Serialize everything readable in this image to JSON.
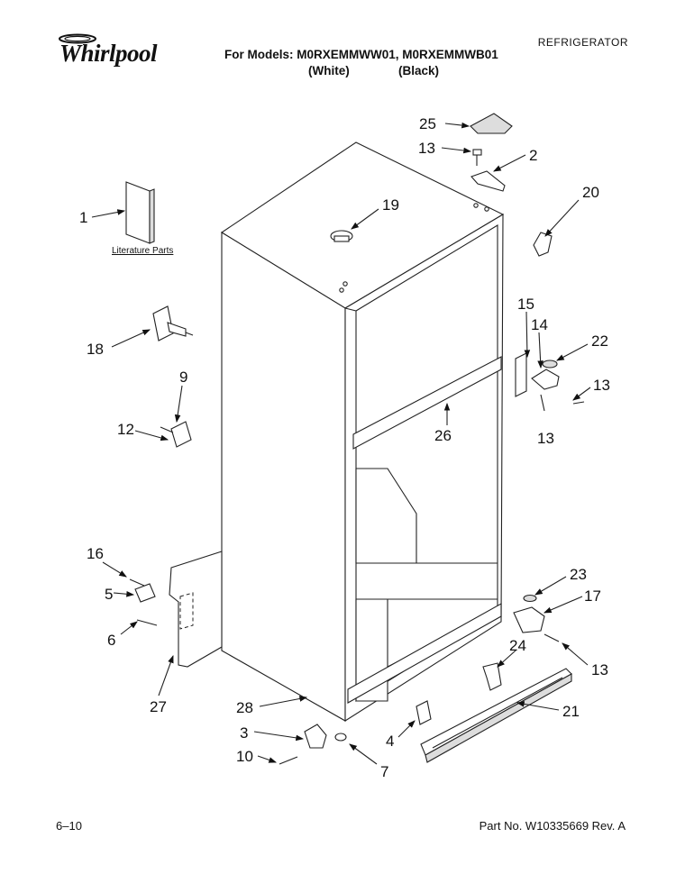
{
  "header": {
    "brand": "Whirlpool",
    "models_line": "For Models: M0RXEMMWW01, M0RXEMMWB01",
    "variant_white": "(White)",
    "variant_black": "(Black)",
    "category": "REFRIGERATOR"
  },
  "diagram": {
    "literature_label": "Literature Parts",
    "callouts": [
      "25",
      "13",
      "2",
      "20",
      "1",
      "19",
      "15",
      "14",
      "22",
      "13",
      "13",
      "18",
      "9",
      "12",
      "26",
      "16",
      "5",
      "6",
      "27",
      "23",
      "17",
      "13",
      "24",
      "28",
      "21",
      "3",
      "4",
      "10",
      "7"
    ]
  },
  "footer": {
    "page": "6–10",
    "part_number": "Part No. W10335669 Rev. A"
  }
}
